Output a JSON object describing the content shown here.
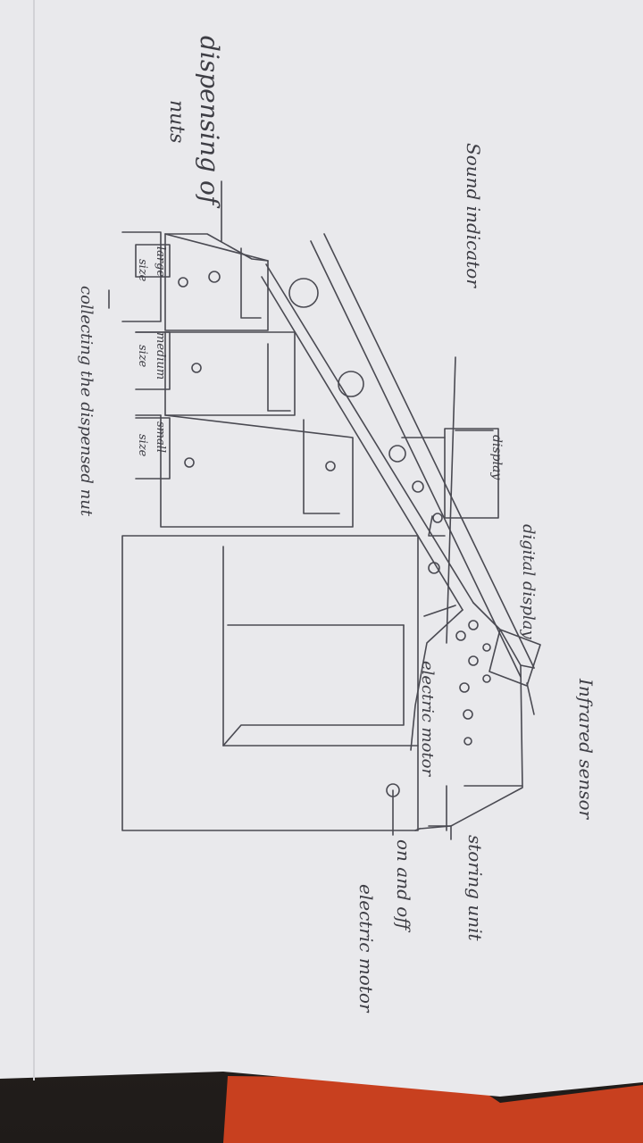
{
  "labels": {
    "dispensing_of_nuts_line1": "dispensing of",
    "dispensing_of_nuts_line2": "nuts",
    "sound_indicator": "Sound indicator",
    "display": "display",
    "digital_display": "digital display",
    "infrared_sensor": "Infrared sensor",
    "electric_motor": "electric motor",
    "storing_unit": "storing unit",
    "on_off_line1": "on and off",
    "on_off_line2": "electric motor",
    "large_size_line1": "large",
    "large_size_line2": "size",
    "medium_size_line1": "medium",
    "medium_size_line2": "size",
    "small_size_line1": "small",
    "small_size_line2": "size",
    "collecting": "collecting the dispensed nut"
  },
  "colors": {
    "paper": "#e9e9ec",
    "pencil": "#4a4a52",
    "background": "#2a2624",
    "book_red": "#c8401f"
  }
}
